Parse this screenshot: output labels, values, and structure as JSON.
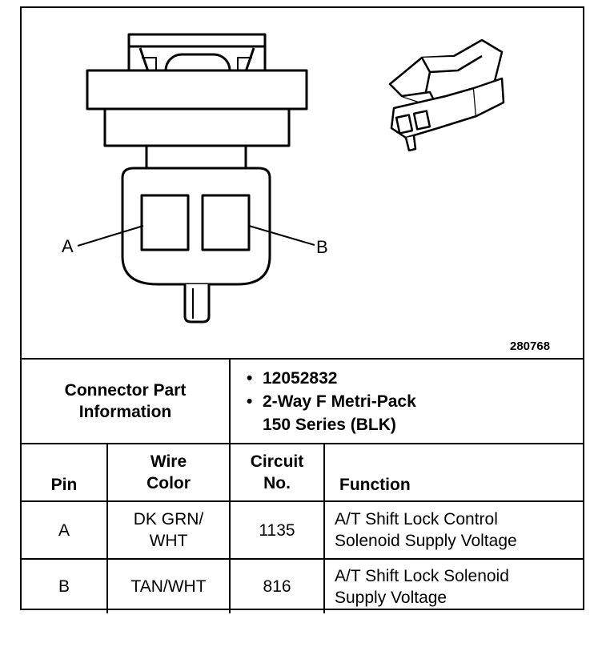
{
  "figure": {
    "id": "280768",
    "pin_labels": [
      "A",
      "B"
    ]
  },
  "connector": {
    "header": [
      "Connector Part",
      "Information"
    ],
    "part_number": "12052832",
    "description": [
      "2-Way F Metri-Pack",
      "150 Series (BLK)"
    ]
  },
  "table": {
    "headers": {
      "pin": "Pin",
      "wire_color": [
        "Wire",
        "Color"
      ],
      "circuit": [
        "Circuit",
        "No."
      ],
      "function": "Function"
    },
    "rows": [
      {
        "pin": "A",
        "wire_color": [
          "DK GRN/",
          "WHT"
        ],
        "circuit": "1135",
        "function": [
          "A/T Shift Lock Control",
          "Solenoid Supply Voltage"
        ]
      },
      {
        "pin": "B",
        "wire_color": [
          "TAN/WHT"
        ],
        "circuit": "816",
        "function": [
          "A/T Shift Lock Solenoid",
          "Supply Voltage"
        ]
      }
    ]
  }
}
